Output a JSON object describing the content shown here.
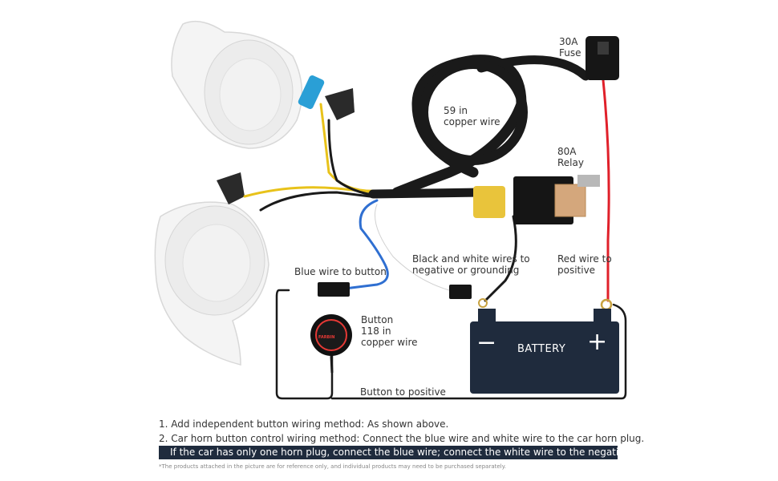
{
  "labels": {
    "fuse": [
      "30A",
      "Fuse"
    ],
    "copper_wire_59": [
      "59 in",
      "copper wire"
    ],
    "relay": [
      "80A",
      "Relay"
    ],
    "black_white": [
      "Black and white wires to",
      "negative or grounding"
    ],
    "red_wire": [
      "Red wire to",
      "positive"
    ],
    "blue_wire": "Blue wire to button",
    "button": [
      "Button",
      "118 in",
      "copper wire"
    ],
    "button_to_positive": "Button to positive",
    "battery": "BATTERY",
    "battery_minus": "−",
    "battery_plus": "+",
    "button_logo": "FARBIN"
  },
  "notes": {
    "line1": "1. Add independent button wiring method: As shown above.",
    "line2": "2. Car horn button control wiring method: Connect the blue wire and white wire to the car horn plug.",
    "line3": "If the car has only one horn plug, connect the blue wire; connect the white wire to the negative or ground.",
    "footnote": "*The products attached in the picture are for reference only, and individual products may need to be purchased separately."
  },
  "colors": {
    "battery": "#1f2b3d",
    "red_wire": "#e0202a",
    "blue_wire": "#2f6fd1",
    "yellow_wire": "#e8c21a",
    "black_wire": "#1a1a1a",
    "note_bar": "#1f2b3d"
  }
}
